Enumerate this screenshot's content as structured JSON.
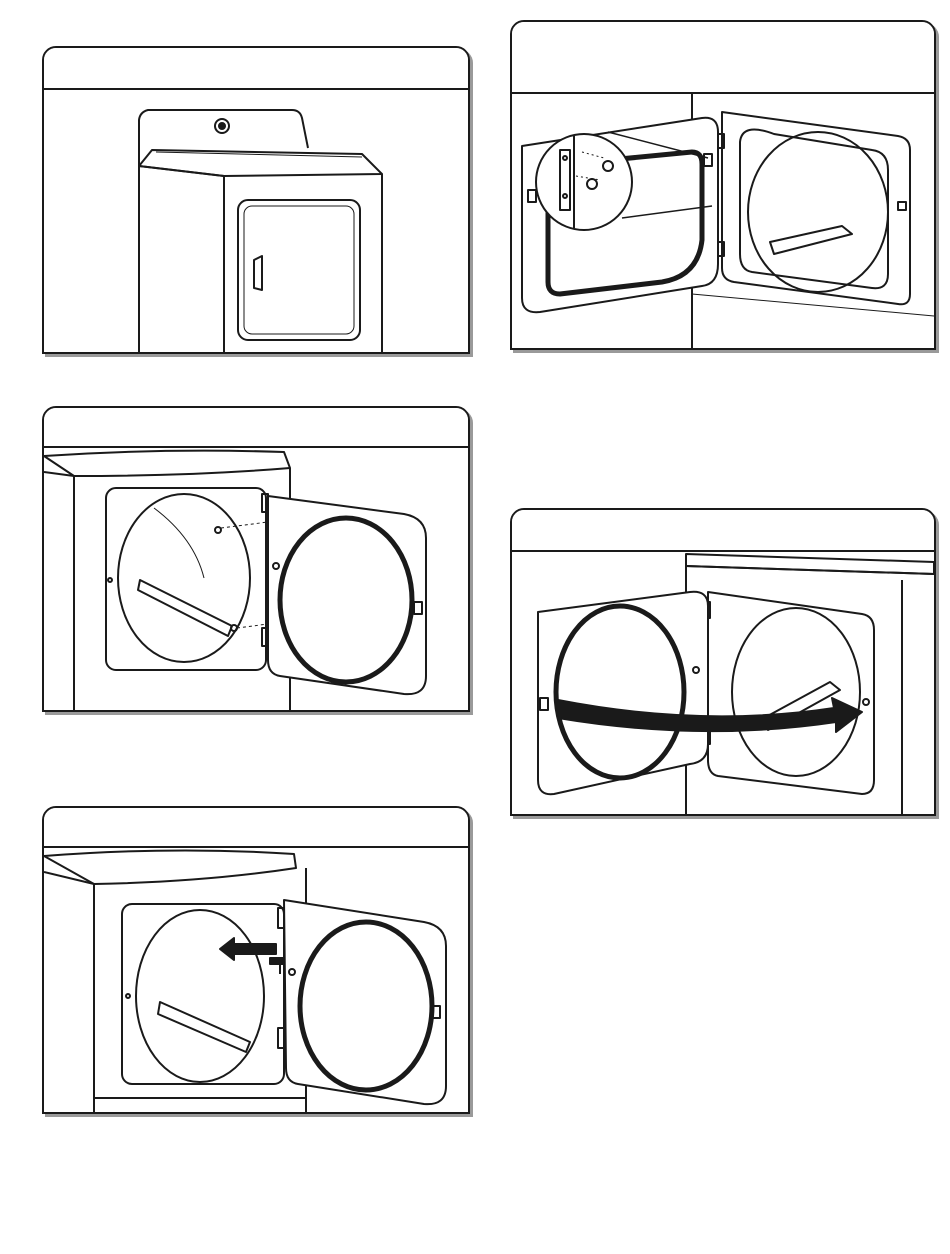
{
  "page": {
    "panels": [
      {
        "title": "",
        "caption": ""
      },
      {
        "title": "",
        "caption": ""
      },
      {
        "title": "",
        "caption": ""
      },
      {
        "title": "",
        "caption": ""
      },
      {
        "title": "",
        "caption": ""
      }
    ]
  },
  "icons": {
    "panel_1": "closed-dryer-illustration",
    "panel_2": "open-door-right-hinge-illustration",
    "panel_3": "remove-hinge-screws-illustration",
    "panel_4": "door-hinge-detail-magnified-illustration",
    "panel_5": "reverse-door-swing-arrow-illustration"
  },
  "colors": {
    "line": "#1a1a1a",
    "shadow": "#9a9a9a",
    "background": "#ffffff"
  }
}
